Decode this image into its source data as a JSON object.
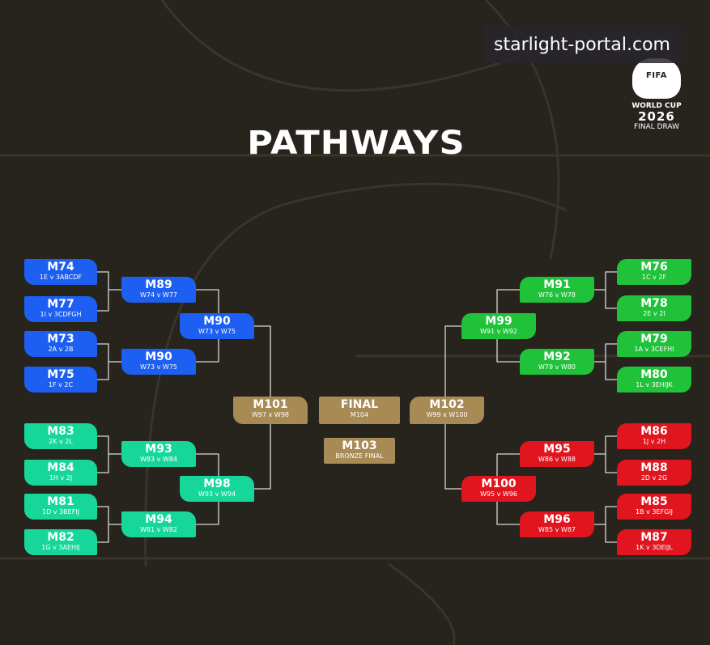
{
  "watermark": "starlight-portal.com",
  "logo": {
    "fifa": "FIFA",
    "line1": "WORLD CUP",
    "line2": "2026",
    "line3": "FINAL DRAW"
  },
  "title": "PATHWAYS",
  "matches": {
    "m74": {
      "code": "M74",
      "sub": "1E v 3ABCDF"
    },
    "m77": {
      "code": "M77",
      "sub": "1I v 3CDFGH"
    },
    "m73": {
      "code": "M73",
      "sub": "2A v 2B"
    },
    "m75": {
      "code": "M75",
      "sub": "1F v 2C"
    },
    "m89": {
      "code": "M89",
      "sub": "W74 v W77"
    },
    "m90a": {
      "code": "M90",
      "sub": "W73 v W75"
    },
    "m90b": {
      "code": "M90",
      "sub": "W73 v W75"
    },
    "m83": {
      "code": "M83",
      "sub": "2K v 2L"
    },
    "m84": {
      "code": "M84",
      "sub": "1H v 2J"
    },
    "m81": {
      "code": "M81",
      "sub": "1D v 3BEFIJ"
    },
    "m82": {
      "code": "M82",
      "sub": "1G v 3AEHIJ"
    },
    "m93": {
      "code": "M93",
      "sub": "W83 v W84"
    },
    "m94": {
      "code": "M94",
      "sub": "W81 v W82"
    },
    "m98": {
      "code": "M98",
      "sub": "W93 v W94"
    },
    "m101": {
      "code": "M101",
      "sub": "W97 x W98"
    },
    "final": {
      "code": "FINAL",
      "sub": "M104"
    },
    "m103": {
      "code": "M103",
      "sub": "BRONZE FINAL"
    },
    "m102": {
      "code": "M102",
      "sub": "W99 x W100"
    },
    "m76": {
      "code": "M76",
      "sub": "1C v 2F"
    },
    "m78": {
      "code": "M78",
      "sub": "2E v 2I"
    },
    "m79": {
      "code": "M79",
      "sub": "1A v 3CEFHI"
    },
    "m80": {
      "code": "M80",
      "sub": "1L v 3EHIJK"
    },
    "m91": {
      "code": "M91",
      "sub": "W76 v W78"
    },
    "m92": {
      "code": "M92",
      "sub": "W79 v W80"
    },
    "m99": {
      "code": "M99",
      "sub": "W91 v W92"
    },
    "m86": {
      "code": "M86",
      "sub": "1J v 2H"
    },
    "m88": {
      "code": "M88",
      "sub": "2D v 2G"
    },
    "m85": {
      "code": "M85",
      "sub": "1B v 3EFGIJ"
    },
    "m87": {
      "code": "M87",
      "sub": "1K v 3DEIJL"
    },
    "m95": {
      "code": "M95",
      "sub": "W86 v W88"
    },
    "m96": {
      "code": "M96",
      "sub": "W85 v W87"
    },
    "m100": {
      "code": "M100",
      "sub": "W95 v W96"
    }
  },
  "colors": {
    "background": "#27231d",
    "blue": "#1d5ff2",
    "teal": "#17d69a",
    "green": "#20c23a",
    "red": "#e0151e",
    "gold": "#a88a55"
  }
}
